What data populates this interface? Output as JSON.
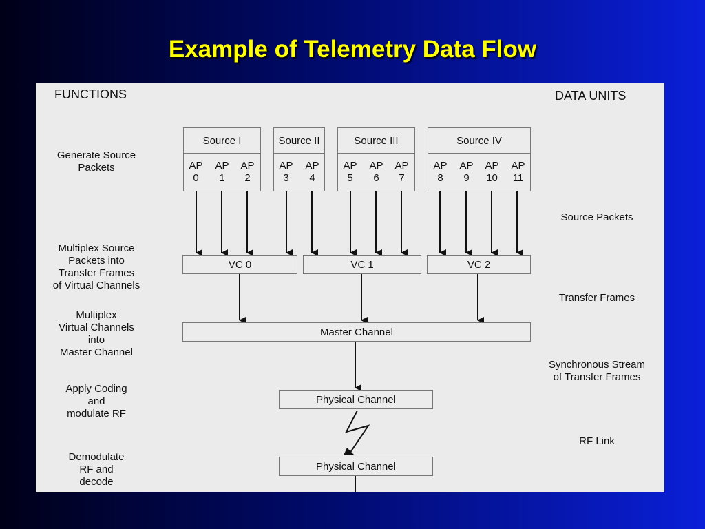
{
  "title": "Example of Telemetry Data Flow",
  "headers": {
    "functions": "FUNCTIONS",
    "data_units": "DATA UNITS"
  },
  "functions": [
    "Generate Source\nPackets",
    "Multiplex Source\nPackets  into\nTransfer Frames\nof Virtual Channels",
    "Multiplex\nVirtual Channels\ninto\nMaster Channel",
    "Apply Coding\nand\nmodulate RF",
    "Demodulate\nRF and\ndecode"
  ],
  "data_units": [
    "Source Packets",
    "Transfer Frames",
    "Synchronous Stream\nof Transfer Frames",
    "RF Link"
  ],
  "sources": [
    {
      "name": "Source I",
      "aps": [
        "AP\n0",
        "AP\n1",
        "AP\n2"
      ]
    },
    {
      "name": "Source II",
      "aps": [
        "AP\n3",
        "AP\n4"
      ]
    },
    {
      "name": "Source III",
      "aps": [
        "AP\n5",
        "AP\n6",
        "AP\n7"
      ]
    },
    {
      "name": "Source IV",
      "aps": [
        "AP\n8",
        "AP\n9",
        "AP\n10",
        "AP\n11"
      ]
    }
  ],
  "virtual_channels": [
    "VC 0",
    "VC 1",
    "VC 2"
  ],
  "master_channel": "Master Channel",
  "physical_channel_tx": "Physical Channel",
  "physical_channel_rx": "Physical Channel"
}
